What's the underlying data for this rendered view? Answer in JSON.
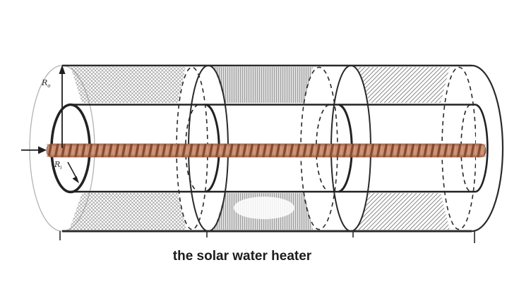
{
  "figure": {
    "caption": "the solar water heater",
    "radius_outer": {
      "base": "R",
      "sub": "o"
    },
    "radius_inner": {
      "base": "R",
      "sub": "i"
    },
    "colors": {
      "outline": "#2a2a2a",
      "outer_cap_left": "#b3b3b3",
      "coil_light": "#c98d6e",
      "coil_dark": "#7d4630",
      "coil_edge": "#8a5437",
      "crosshatch": "#969696",
      "mid_band_bg": "#dcdcdc",
      "mid_band_line": "#9e9e9e",
      "diag_hatch": "#7a7a7a"
    }
  }
}
